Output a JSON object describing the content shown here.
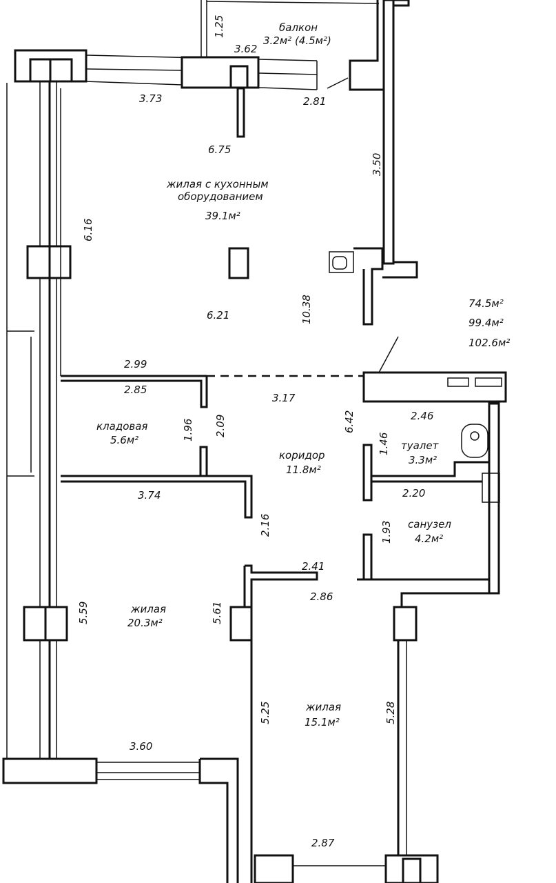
{
  "rooms": {
    "balcony": {
      "name": "балкон",
      "area": "3.2м² (4.5м²)"
    },
    "living_kitchen": {
      "name_line1": "жилая с кухонным",
      "name_line2": "оборудованием",
      "area": "39.1м²"
    },
    "storage": {
      "name": "кладовая",
      "area": "5.6м²"
    },
    "corridor": {
      "name": "коридор",
      "area": "11.8м²"
    },
    "toilet": {
      "name": "туалет",
      "area": "3.3м²"
    },
    "bathroom": {
      "name": "санузел",
      "area": "4.2м²"
    },
    "bedroom1": {
      "name": "жилая",
      "area": "20.3м²"
    },
    "bedroom2": {
      "name": "жилая",
      "area": "15.1м²"
    }
  },
  "totals": [
    "74.5м²",
    "99.4м²",
    "102.6м²"
  ],
  "dimensions": {
    "d125": "1.25",
    "d362": "3.62",
    "d373": "3.73",
    "d281": "2.81",
    "d675": "6.75",
    "d350": "3.50",
    "d616": "6.16",
    "d621": "6.21",
    "d1038": "10.38",
    "d299": "2.99",
    "d285": "2.85",
    "d317": "3.17",
    "d642": "6.42",
    "d246": "2.46",
    "d196": "1.96",
    "d209": "2.09",
    "d146": "1.46",
    "d374": "3.74",
    "d220": "2.20",
    "d216": "2.16",
    "d193": "1.93",
    "d241": "2.41",
    "d286": "2.86",
    "d559": "5.59",
    "d561": "5.61",
    "d525": "5.25",
    "d528": "5.28",
    "d360": "3.60",
    "d287": "2.87"
  }
}
